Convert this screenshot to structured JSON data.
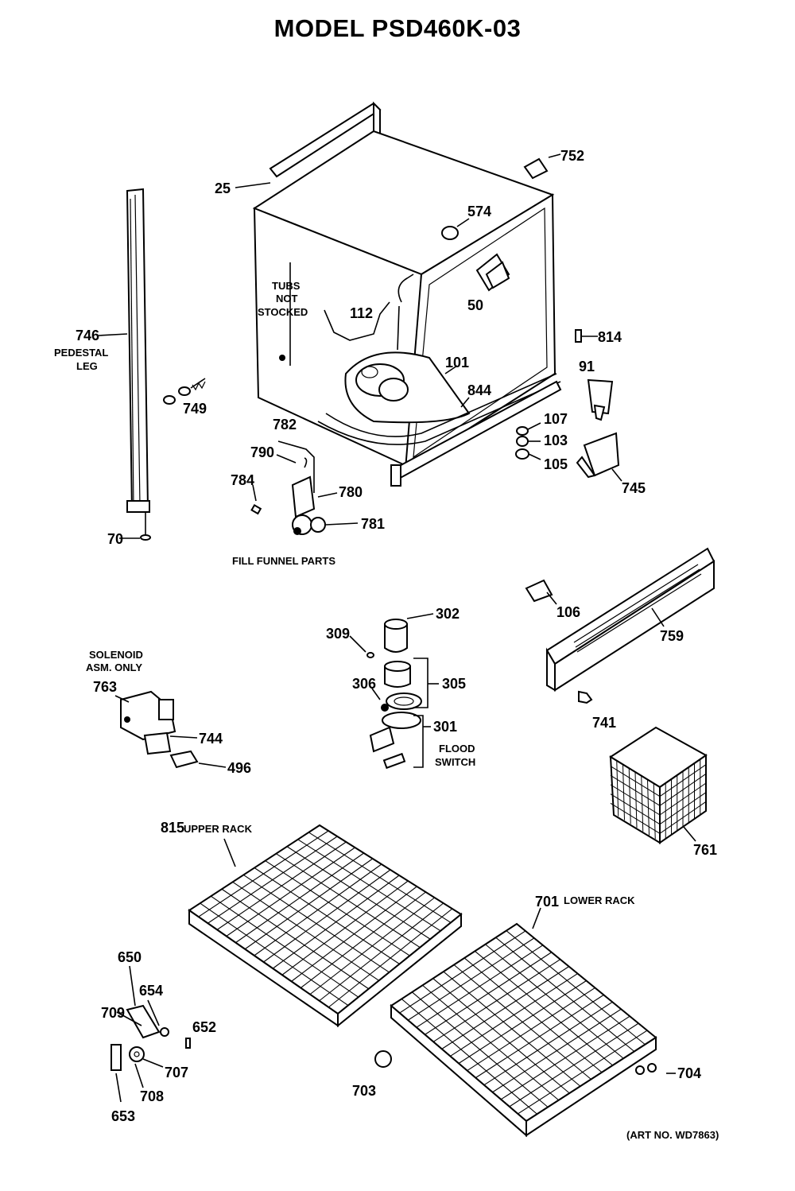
{
  "title": "MODEL PSD460K-03",
  "art_no": "(ART NO. WD7863)",
  "captions": {
    "tubs": [
      "TUBS",
      "NOT",
      "STOCKED"
    ],
    "pedestal": [
      "PEDESTAL",
      "LEG"
    ],
    "fill_funnel": "FILL FUNNEL PARTS",
    "solenoid": [
      "SOLENOID",
      "ASM. ONLY"
    ],
    "flood": [
      "FLOOD",
      "SWITCH"
    ],
    "upper_rack": "UPPER RACK",
    "lower_rack": "LOWER RACK"
  },
  "part_numbers": {
    "p25": "25",
    "p752": "752",
    "p574": "574",
    "p50": "50",
    "p112": "112",
    "p101": "101",
    "p844": "844",
    "p814": "814",
    "p91": "91",
    "p107": "107",
    "p103": "103",
    "p105": "105",
    "p745": "745",
    "p746": "746",
    "p749": "749",
    "p782": "782",
    "p790": "790",
    "p784": "784",
    "p780": "780",
    "p781": "781",
    "p70": "70",
    "p302": "302",
    "p309": "309",
    "p306": "306",
    "p305": "305",
    "p301": "301",
    "p106": "106",
    "p759": "759",
    "p741": "741",
    "p763": "763",
    "p744": "744",
    "p496": "496",
    "p761": "761",
    "p815": "815",
    "p701": "701",
    "p650": "650",
    "p654": "654",
    "p709": "709",
    "p652": "652",
    "p707": "707",
    "p708": "708",
    "p653": "653",
    "p703": "703",
    "p704": "704"
  }
}
